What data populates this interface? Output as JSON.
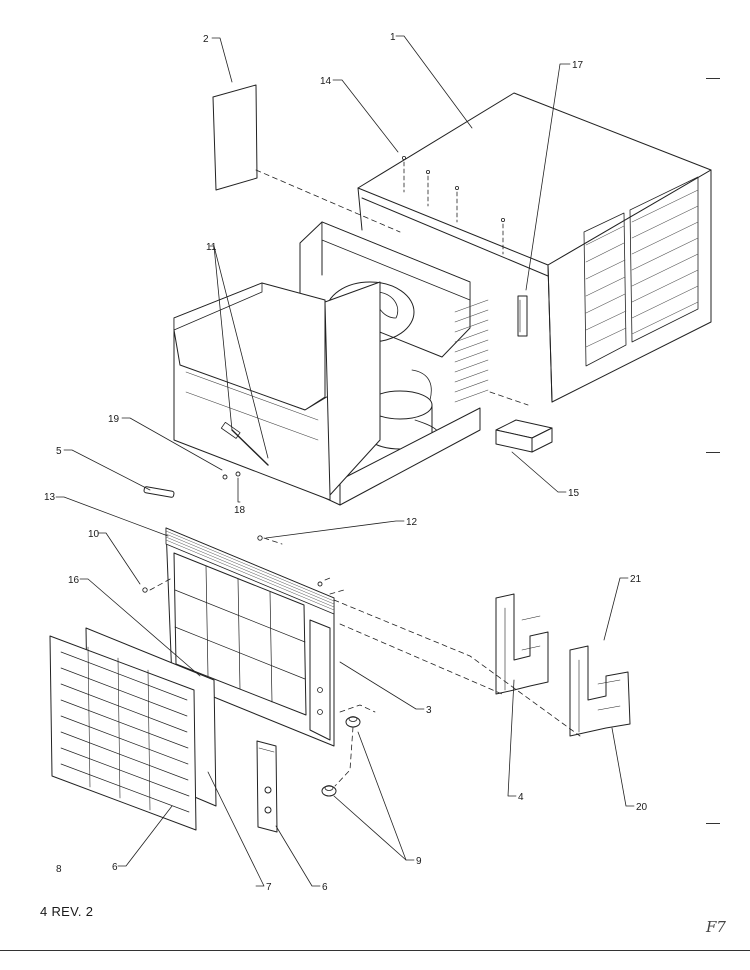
{
  "figure": {
    "callouts": [
      "1",
      "2",
      "3",
      "4",
      "5",
      "6",
      "6",
      "7",
      "8",
      "9",
      "10",
      "11",
      "12",
      "13",
      "14",
      "15",
      "16",
      "17",
      "18",
      "19",
      "20",
      "21"
    ]
  },
  "footer": {
    "revision_label": "4 REV. 2",
    "corner_mark": "F7"
  }
}
